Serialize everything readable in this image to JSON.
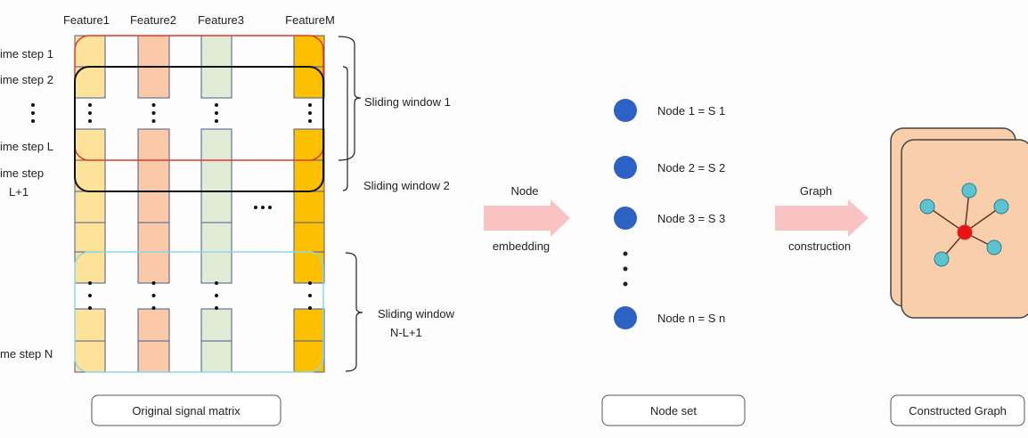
{
  "matrix": {
    "features": [
      "Feature1",
      "Feature2",
      "Feature3",
      "FeatureM"
    ],
    "feature_colors": [
      "#fde29a",
      "#f9c9a8",
      "#e1ecd6",
      "#fcc000"
    ],
    "time_steps": [
      "ime step 1",
      "ime step 2",
      "ime step L",
      "ime step",
      "L+1",
      "me step N"
    ],
    "windows": [
      "Sliding window 1",
      "Sliding window 2",
      "Sliding window",
      "N-L+1"
    ],
    "window_colors": {
      "w1": "#e03a2c",
      "w2": "#111111",
      "wN": "#8fd6e6"
    },
    "caption": "Original signal matrix"
  },
  "arrow1": {
    "top": "Node",
    "bottom": "embedding",
    "color": "#f9c3c3"
  },
  "nodes": {
    "items": [
      "Node 1 = S 1",
      "Node 2 = S 2",
      "Node 3 = S 3",
      "Node n = S n"
    ],
    "color": "#2b62c4",
    "caption": "Node set"
  },
  "arrow2": {
    "top": "Graph",
    "bottom": "construction",
    "color": "#f9c3c3"
  },
  "graph": {
    "card_color": "#f9ceaa",
    "center_color": "#ee1111",
    "leaf_color": "#5cc4d0",
    "caption": "Constructed Graph"
  }
}
